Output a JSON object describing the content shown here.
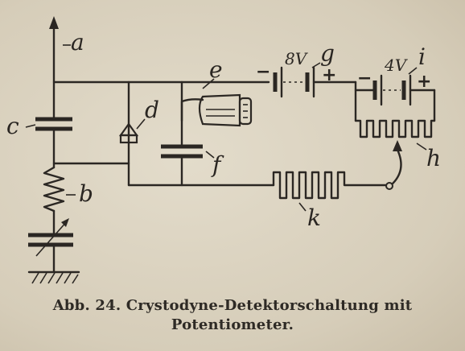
{
  "labels": {
    "a": "a",
    "b": "b",
    "c": "c",
    "d": "d",
    "e": "e",
    "f": "f",
    "g": "g",
    "h": "h",
    "i": "i",
    "k": "k"
  },
  "battery_left": {
    "voltage": "8V",
    "minus": "−",
    "plus": "+"
  },
  "battery_right": {
    "voltage": "4V",
    "minus": "−",
    "plus": "+"
  },
  "caption": {
    "line1": "Abb. 24.  Crystodyne-Detektorschaltung mit",
    "line2": "Potentiometer."
  },
  "colors": {
    "ink": "#2b2723",
    "paper": "#d9d1bf"
  }
}
